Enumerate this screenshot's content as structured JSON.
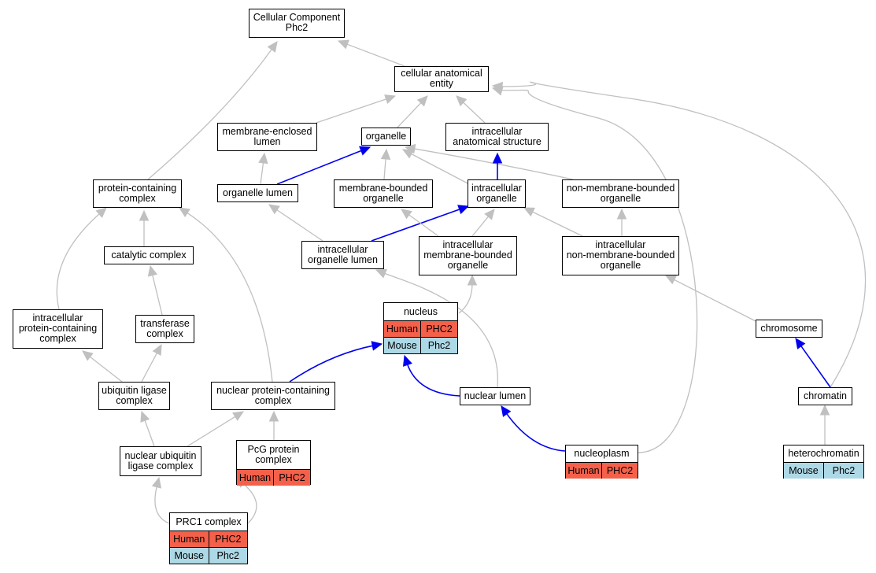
{
  "colors": {
    "is_a": "#c0c0c0",
    "part_of": "#0000ee",
    "human": "#f5604a",
    "mouse": "#add8e6"
  },
  "nodes": {
    "cc_root": {
      "label": "Cellular Component\nPhc2"
    },
    "cae": {
      "label": "cellular anatomical\nentity"
    },
    "mel": {
      "label": "membrane-enclosed\nlumen"
    },
    "organelle": {
      "label": "organelle"
    },
    "ias": {
      "label": "intracellular\nanatomical structure"
    },
    "pcc": {
      "label": "protein-containing\ncomplex"
    },
    "orglumen": {
      "label": "organelle lumen"
    },
    "mbo": {
      "label": "membrane-bounded\norganelle"
    },
    "intorg": {
      "label": "intracellular\norganelle"
    },
    "nmbo": {
      "label": "non-membrane-bounded\norganelle"
    },
    "catalytic": {
      "label": "catalytic complex"
    },
    "iol": {
      "label": "intracellular\norganelle lumen"
    },
    "imbo": {
      "label": "intracellular\nmembrane-bounded\norganelle"
    },
    "inmbo": {
      "label": "intracellular\nnon-membrane-bounded\norganelle"
    },
    "ipcc": {
      "label": "intracellular\nprotein-containing\ncomplex"
    },
    "transferase": {
      "label": "transferase\ncomplex"
    },
    "nucleus": {
      "label": "nucleus",
      "rows": [
        {
          "species": "Human",
          "gene": "PHC2"
        },
        {
          "species": "Mouse",
          "gene": "Phc2"
        }
      ]
    },
    "chromosome": {
      "label": "chromosome"
    },
    "ubiq": {
      "label": "ubiquitin ligase\ncomplex"
    },
    "npcc": {
      "label": "nuclear protein-containing\ncomplex"
    },
    "nuclumen": {
      "label": "nuclear lumen"
    },
    "chromatin": {
      "label": "chromatin"
    },
    "nubiq": {
      "label": "nuclear ubiquitin\nligase complex"
    },
    "pcg": {
      "label": "PcG protein\ncomplex",
      "rows": [
        {
          "species": "Human",
          "gene": "PHC2"
        }
      ]
    },
    "nucleoplasm": {
      "label": "nucleoplasm",
      "rows": [
        {
          "species": "Human",
          "gene": "PHC2"
        }
      ]
    },
    "heterochromatin": {
      "label": "heterochromatin",
      "rows": [
        {
          "species": "Mouse",
          "gene": "Phc2"
        }
      ]
    },
    "prc1": {
      "label": "PRC1 complex",
      "rows": [
        {
          "species": "Human",
          "gene": "PHC2"
        },
        {
          "species": "Mouse",
          "gene": "Phc2"
        }
      ]
    }
  },
  "edges": [
    {
      "from": "cae",
      "to": "cc_root",
      "rel": "is_a"
    },
    {
      "from": "pcc",
      "to": "cc_root",
      "rel": "is_a"
    },
    {
      "from": "mel",
      "to": "cae",
      "rel": "is_a"
    },
    {
      "from": "organelle",
      "to": "cae",
      "rel": "is_a"
    },
    {
      "from": "ias",
      "to": "cae",
      "rel": "is_a"
    },
    {
      "from": "nucleoplasm",
      "to": "cae",
      "rel": "is_a"
    },
    {
      "from": "chromatin",
      "to": "cae",
      "rel": "is_a"
    },
    {
      "from": "orglumen",
      "to": "mel",
      "rel": "is_a"
    },
    {
      "from": "orglumen",
      "to": "organelle",
      "rel": "part_of"
    },
    {
      "from": "mbo",
      "to": "organelle",
      "rel": "is_a"
    },
    {
      "from": "intorg",
      "to": "organelle",
      "rel": "is_a"
    },
    {
      "from": "nmbo",
      "to": "organelle",
      "rel": "is_a"
    },
    {
      "from": "intorg",
      "to": "ias",
      "rel": "part_of"
    },
    {
      "from": "iol",
      "to": "orglumen",
      "rel": "is_a"
    },
    {
      "from": "iol",
      "to": "intorg",
      "rel": "part_of"
    },
    {
      "from": "imbo",
      "to": "mbo",
      "rel": "is_a"
    },
    {
      "from": "imbo",
      "to": "intorg",
      "rel": "is_a"
    },
    {
      "from": "inmbo",
      "to": "intorg",
      "rel": "is_a"
    },
    {
      "from": "inmbo",
      "to": "nmbo",
      "rel": "is_a"
    },
    {
      "from": "catalytic",
      "to": "pcc",
      "rel": "is_a"
    },
    {
      "from": "ipcc",
      "to": "pcc",
      "rel": "is_a"
    },
    {
      "from": "npcc",
      "to": "pcc",
      "rel": "is_a"
    },
    {
      "from": "transferase",
      "to": "catalytic",
      "rel": "is_a"
    },
    {
      "from": "nucleus",
      "to": "imbo",
      "rel": "is_a"
    },
    {
      "from": "chromosome",
      "to": "inmbo",
      "rel": "is_a"
    },
    {
      "from": "nuclumen",
      "to": "iol",
      "rel": "is_a"
    },
    {
      "from": "ubiq",
      "to": "ipcc",
      "rel": "is_a"
    },
    {
      "from": "ubiq",
      "to": "transferase",
      "rel": "is_a"
    },
    {
      "from": "npcc",
      "to": "nucleus",
      "rel": "part_of"
    },
    {
      "from": "nuclumen",
      "to": "nucleus",
      "rel": "part_of"
    },
    {
      "from": "chromatin",
      "to": "chromosome",
      "rel": "part_of"
    },
    {
      "from": "nubiq",
      "to": "ubiq",
      "rel": "is_a"
    },
    {
      "from": "nubiq",
      "to": "npcc",
      "rel": "is_a"
    },
    {
      "from": "pcg",
      "to": "npcc",
      "rel": "is_a"
    },
    {
      "from": "nucleoplasm",
      "to": "nuclumen",
      "rel": "part_of"
    },
    {
      "from": "heterochromatin",
      "to": "chromatin",
      "rel": "is_a"
    },
    {
      "from": "prc1",
      "to": "nubiq",
      "rel": "is_a"
    },
    {
      "from": "prc1",
      "to": "pcg",
      "rel": "is_a"
    }
  ]
}
